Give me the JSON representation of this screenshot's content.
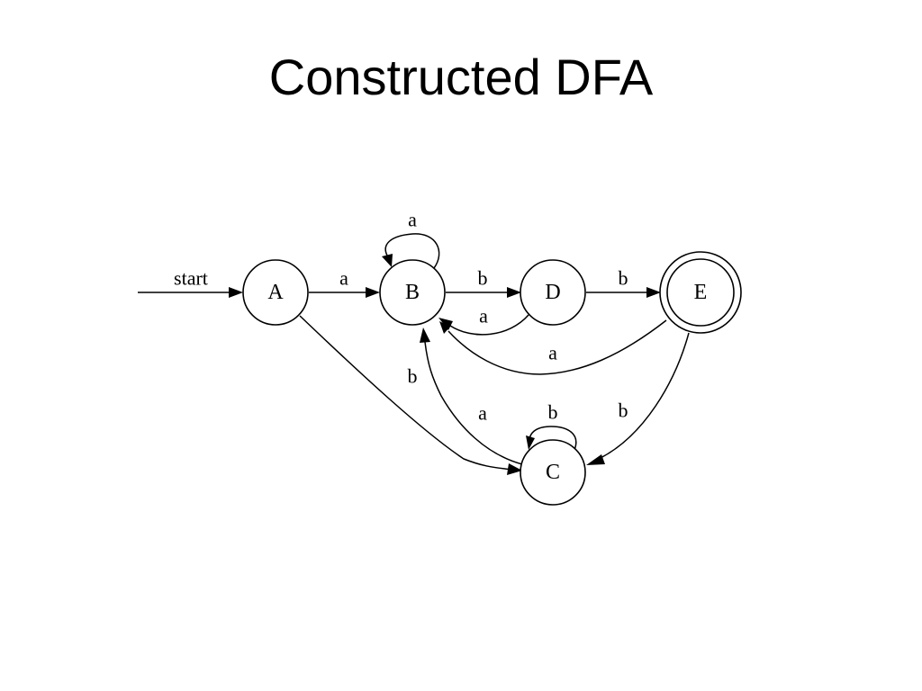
{
  "slide": {
    "title": "Constructed DFA"
  },
  "dfa": {
    "start_label": "start",
    "start_state": "A",
    "accepting_states": [
      "E"
    ],
    "states": [
      {
        "id": "A",
        "label": "A"
      },
      {
        "id": "B",
        "label": "B"
      },
      {
        "id": "D",
        "label": "D"
      },
      {
        "id": "E",
        "label": "E"
      },
      {
        "id": "C",
        "label": "C"
      }
    ],
    "transitions": [
      {
        "from": "A",
        "to": "B",
        "label": "a"
      },
      {
        "from": "A",
        "to": "C",
        "label": "b"
      },
      {
        "from": "B",
        "to": "B",
        "label": "a"
      },
      {
        "from": "B",
        "to": "D",
        "label": "b"
      },
      {
        "from": "D",
        "to": "B",
        "label": "a"
      },
      {
        "from": "D",
        "to": "E",
        "label": "b"
      },
      {
        "from": "E",
        "to": "B",
        "label": "a"
      },
      {
        "from": "E",
        "to": "C",
        "label": "b"
      },
      {
        "from": "C",
        "to": "B",
        "label": "a"
      },
      {
        "from": "C",
        "to": "C",
        "label": "b"
      }
    ]
  }
}
